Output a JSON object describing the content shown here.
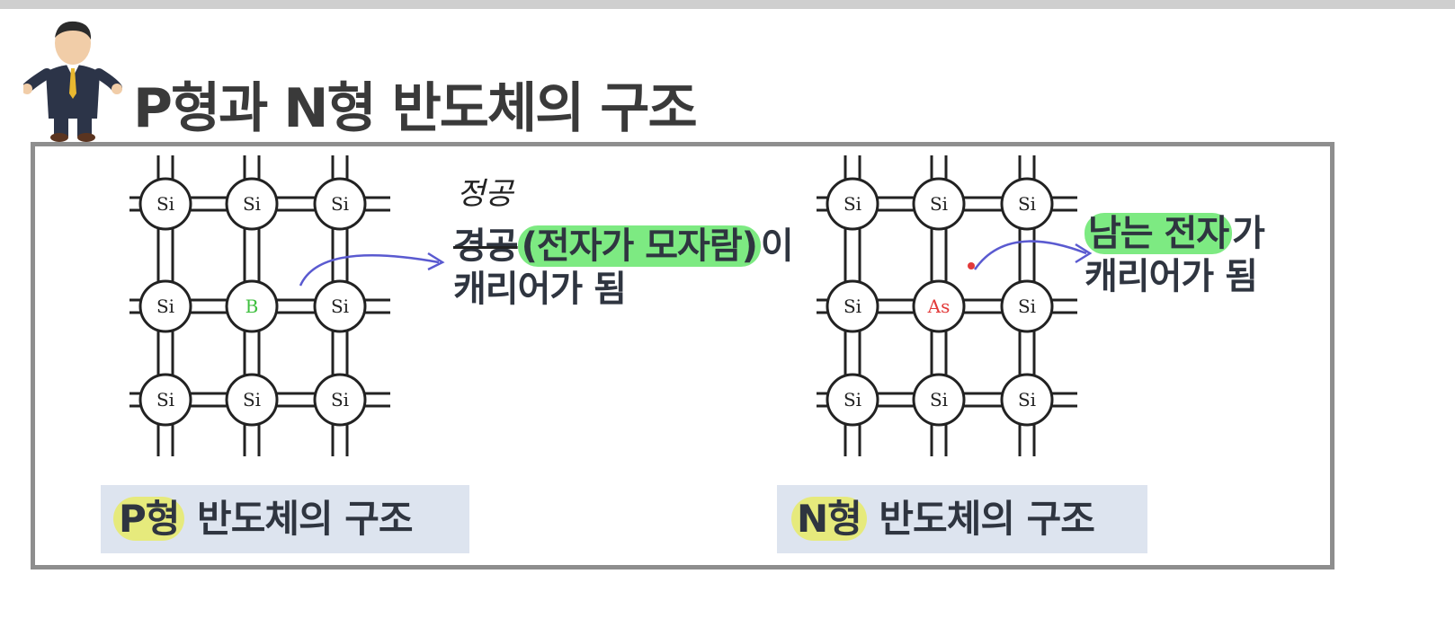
{
  "page": {
    "title": "P형과 N형 반도체의 구조"
  },
  "p_type": {
    "atom_label": "Si",
    "dopant_label": "B",
    "note_handwritten": "정공",
    "note_struck": "경공",
    "note_highlight": "(전자가 모자람)",
    "note_suffix": "이",
    "note_line2": "캐리어가 됨",
    "caption_highlight": "P형",
    "caption_rest": " 반도체의 구조"
  },
  "n_type": {
    "atom_label": "Si",
    "dopant_label": "As",
    "note_highlight": "남는 전자",
    "note_suffix": "가",
    "note_line2": "캐리어가 됨",
    "caption_highlight": "N형",
    "caption_rest": " 반도체의 구조"
  },
  "colors": {
    "green_highlight": "#7dea82",
    "yellow_highlight": "#e6ea7c",
    "caption_bg": "#dde4ef",
    "arrow": "#5a5ad0",
    "dopant_p": "#3fbf3f",
    "dopant_n": "#e23a3a"
  },
  "icons": {
    "mascot": "businessman-icon"
  }
}
